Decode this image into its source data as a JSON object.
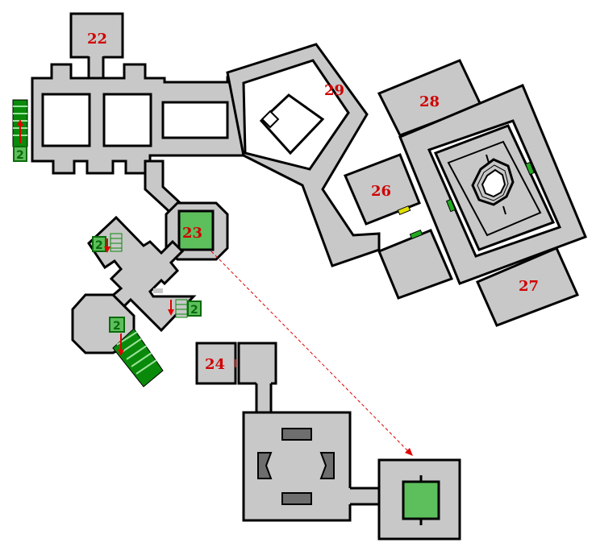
{
  "map": {
    "room_labels": {
      "r22": "22",
      "r23": "23",
      "r24": "24",
      "r26": "26",
      "r27": "27",
      "r28": "28",
      "r29": "29"
    },
    "stair_markers": [
      "2",
      "2",
      "2",
      "2"
    ],
    "colors": {
      "floor": "#c8c8c8",
      "wall": "#000000",
      "label": "#d00000",
      "stairs": "#0a8a0a",
      "highlight": "#5cbf5c",
      "door_yellow": "#e0e000",
      "door_green": "#22aa22",
      "arrow": "#e00000",
      "pillar": "#6e6e6e"
    }
  }
}
